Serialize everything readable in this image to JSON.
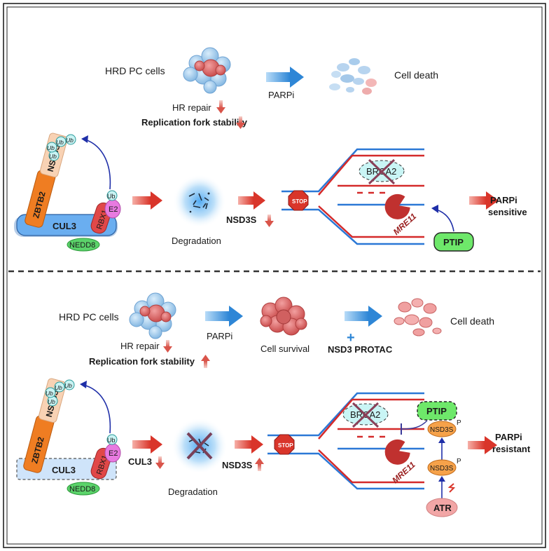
{
  "panel_top": {
    "cells_label": "HRD PC cells",
    "drug_label": "PARPi",
    "outcome_label": "Cell death",
    "hr_repair_label": "HR repair",
    "fork_stability_label": "Replication fork stability",
    "complex": {
      "ub_chain": [
        "Ub",
        "Ub",
        "Ub",
        "Ub"
      ],
      "ub_single": "Ub",
      "substrate": "NSD3S",
      "adaptor": "ZBTB2",
      "scaffold": "CUL3",
      "ring": "RBX1",
      "e2": "E2",
      "neddylation": "NEDD8"
    },
    "degradation_label": "Degradation",
    "level_label": "NSD3S",
    "stop_label": "STOP",
    "brca_label": "BRCA2",
    "nuclease_label": "MRE11",
    "cofactor_label": "PTIP",
    "result_label_line1": "PARPi",
    "result_label_line2": "sensitive"
  },
  "panel_bottom": {
    "cells_label": "HRD PC cells",
    "drug_label": "PARPi",
    "survival_label": "Cell survival",
    "combo_plus": "+",
    "combo_label": "NSD3 PROTAC",
    "outcome_label": "Cell death",
    "hr_repair_label": "HR repair",
    "fork_stability_label": "Replication fork stability",
    "complex": {
      "ub_chain": [
        "Ub",
        "Ub",
        "Ub",
        "Ub"
      ],
      "ub_single": "Ub",
      "substrate": "NSD3S",
      "adaptor": "ZBTB2",
      "scaffold": "CUL3",
      "ring": "RBX1",
      "e2": "E2",
      "neddylation": "NEDD8"
    },
    "cul3_level_label": "CUL3",
    "degradation_label": "Degradation",
    "level_label": "NSD3S",
    "stop_label": "STOP",
    "brca_label": "BRCA2",
    "nuclease_label": "MRE11",
    "cofactor_label": "PTIP",
    "phospho_substrate_top": "NSD3S",
    "phospho_substrate_bottom": "NSD3S",
    "phospho_mark": "P",
    "kinase_label": "ATR",
    "result_label_line1": "PARPi",
    "result_label_line2": "resistant"
  },
  "colors": {
    "red_arrow": "#d9352a",
    "blue_arrow": "#3d8fd8",
    "dna_red": "#d42a2a",
    "dna_blue": "#2b78d6",
    "zbtb2": "#ef7d22",
    "nsd3s_peach": "#f8d2b4",
    "cul3": "#6aaef0",
    "rbx1": "#e04848",
    "e2": "#e87ae0",
    "nedd8": "#5bd36a",
    "ptip": "#6ee86a",
    "mre11": "#c0312f",
    "atr": "#f2a6a6"
  }
}
